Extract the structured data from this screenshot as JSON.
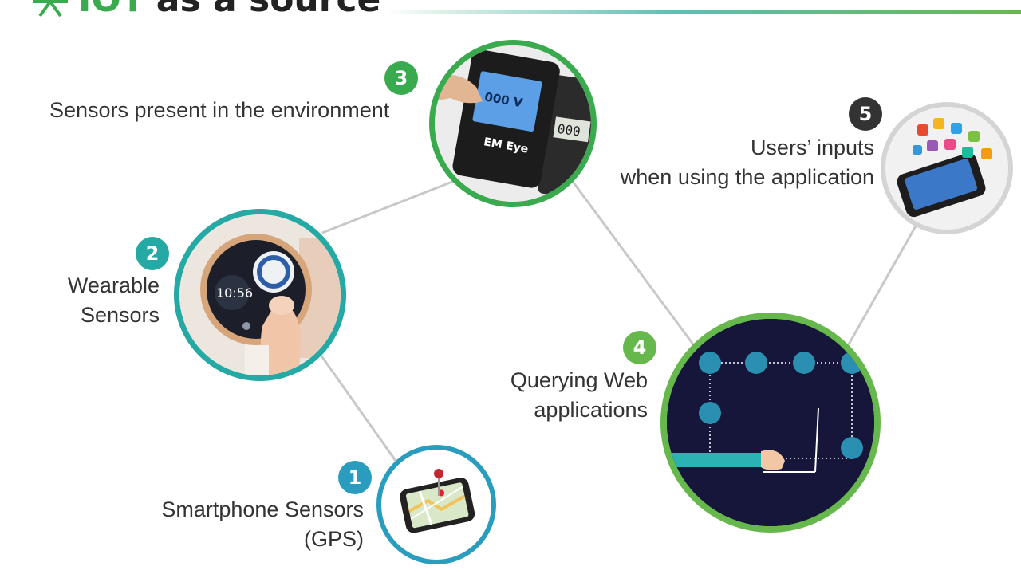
{
  "title": {
    "highlight": "IOT",
    "rest": "as a source"
  },
  "colors": {
    "green": "#3aaa4e",
    "teal": "#24a9a4",
    "blue": "#2a9dbf",
    "lime": "#66b84c",
    "dark": "#333333",
    "gray": "#c8c8c8"
  },
  "nodes": [
    {
      "number": "1",
      "lines": [
        "Smartphone Sensors",
        "(GPS)"
      ],
      "image": "smartphone-map-icon"
    },
    {
      "number": "2",
      "lines": [
        "Wearable",
        "Sensors"
      ],
      "image": "smartwatch-icon"
    },
    {
      "number": "3",
      "lines": [
        "Sensors present in the environment"
      ],
      "image": "em-sensor-device-icon"
    },
    {
      "number": "4",
      "lines": [
        "Querying Web",
        "applications"
      ],
      "image": "web-query-laptop-icon"
    },
    {
      "number": "5",
      "lines": [
        "Users’ inputs",
        "when using the application"
      ],
      "image": "app-icons-phone-icon"
    }
  ],
  "device": {
    "screen_reading": "000 V",
    "brand": "EM Eye",
    "meter_reading": "000"
  },
  "watch": {
    "time": "10:56"
  }
}
